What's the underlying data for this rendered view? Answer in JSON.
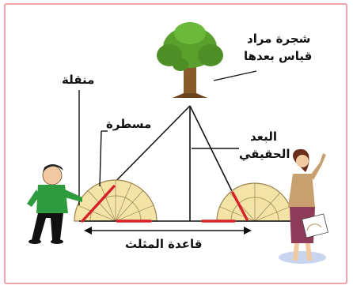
{
  "diagram": {
    "labels": {
      "tree_line1": "شجرة مراد",
      "tree_line2": "قياس بعدها",
      "protractor": "منقلة",
      "ruler": "مسطرة",
      "distance_line1": "البعد",
      "distance_line2": "الحقيقي",
      "base": "قاعدة المثلث"
    },
    "colors": {
      "frame": "#f0a3a8",
      "ruler": "#d6202a",
      "protractor_fill": "#f4e3a6",
      "lines": "#111111",
      "tree_leaves": "#5aa02c",
      "trunk": "#8a5a2b"
    },
    "icons": [
      "tree-icon",
      "boy-measuring-icon",
      "woman-pointing-icon",
      "protractor-icon"
    ]
  }
}
